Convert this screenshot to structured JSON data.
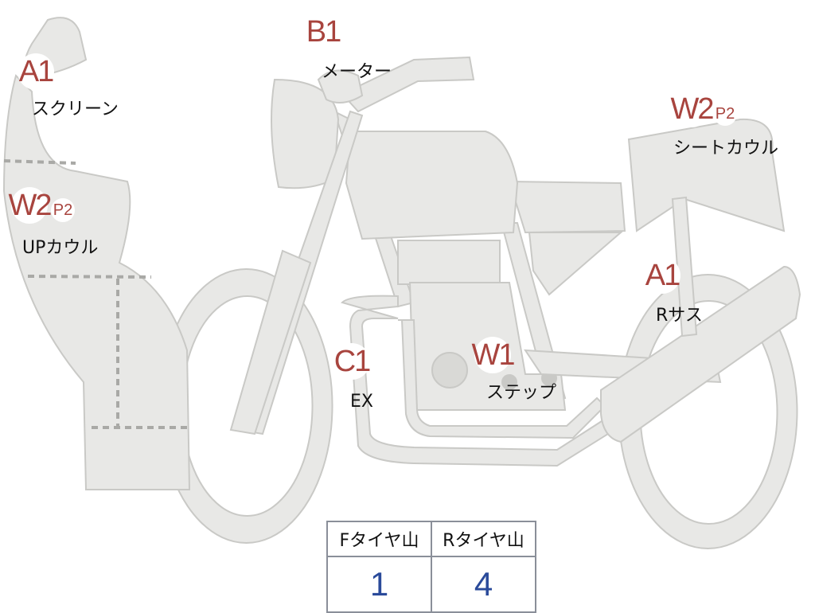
{
  "colors": {
    "part_fill": "#e8e8e6",
    "part_stroke": "#c9c9c6",
    "code_text": "#a8443e",
    "value_text": "#2a4a9a",
    "table_border": "#8a8f99"
  },
  "markers": [
    {
      "id": "screen",
      "code": "A1",
      "label": "スクリーン"
    },
    {
      "id": "meter",
      "code": "B1",
      "label": "メーター"
    },
    {
      "id": "seat-cowl",
      "code": "W2",
      "sub_code": "P2",
      "label": "シートカウル"
    },
    {
      "id": "up-cowl",
      "code": "W2",
      "sub_code": "P2",
      "label": "UPカウル"
    },
    {
      "id": "rear-suspension",
      "code": "A1",
      "label": "Rサス"
    },
    {
      "id": "exhaust",
      "code": "C1",
      "label": "EX"
    },
    {
      "id": "step",
      "code": "W1",
      "label": "ステップ"
    }
  ],
  "tire_table": {
    "headers": [
      "Fタイヤ山",
      "Rタイヤ山"
    ],
    "values": [
      "1",
      "4"
    ]
  }
}
